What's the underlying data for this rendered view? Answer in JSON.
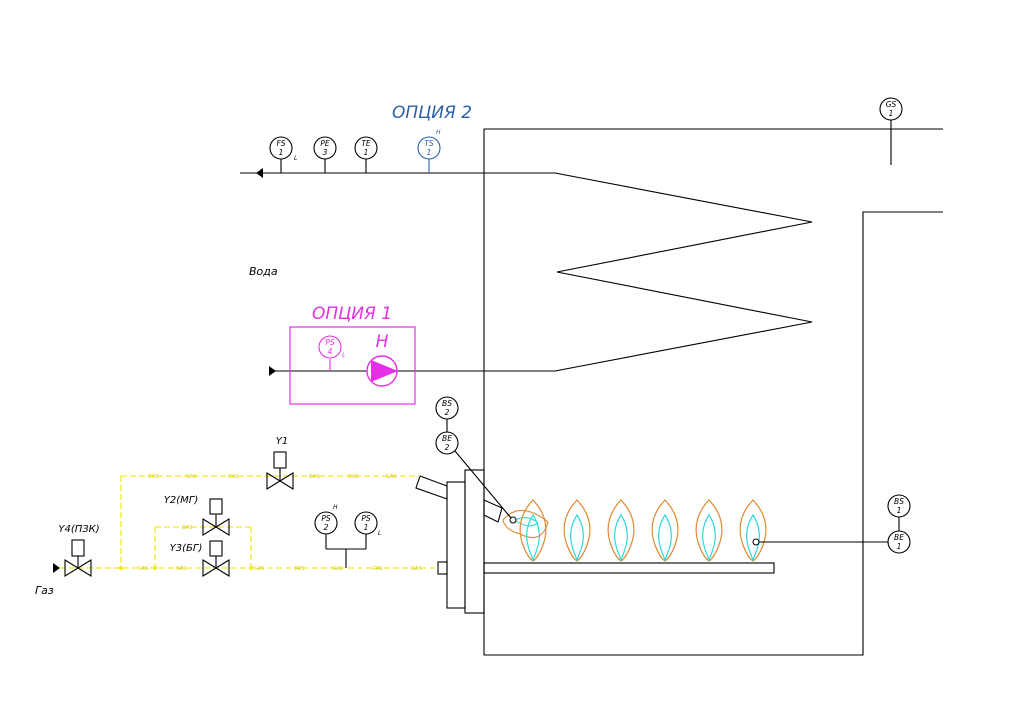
{
  "labels": {
    "option2": "ОПЦИЯ 2",
    "option1": "ОПЦИЯ 1",
    "water": "Вода",
    "gas": "Газ",
    "pump_letter": "H",
    "gas_line": "GAS"
  },
  "valves": {
    "y1": "Y1",
    "y2": "Y2(МГ)",
    "y3": "Y3(БГ)",
    "y4": "Y4(ПЗК)"
  },
  "instruments": {
    "fs1": {
      "tag": "FS",
      "num": "1",
      "suffix": "L"
    },
    "pe3": {
      "tag": "PE",
      "num": "3"
    },
    "te1": {
      "tag": "TE",
      "num": "1"
    },
    "ts1": {
      "tag": "TS",
      "num": "1",
      "suffix": "H"
    },
    "gs1": {
      "tag": "GS",
      "num": "1"
    },
    "ps4": {
      "tag": "PS",
      "num": "4",
      "suffix": "L"
    },
    "bs2": {
      "tag": "BS",
      "num": "2"
    },
    "be2": {
      "tag": "BE",
      "num": "2"
    },
    "ps2": {
      "tag": "PS",
      "num": "2",
      "suffix": "H"
    },
    "ps1": {
      "tag": "PS",
      "num": "1",
      "suffix": "L"
    },
    "bs1": {
      "tag": "BS",
      "num": "1"
    },
    "be1": {
      "tag": "BE",
      "num": "1"
    }
  },
  "colors": {
    "option2": "#2b5fa8",
    "option1": "#e62ee6",
    "gas_line": "#f2ea22",
    "flame_outer": "#e08a30",
    "flame_inner": "#30d8d8",
    "line": "#000000"
  }
}
